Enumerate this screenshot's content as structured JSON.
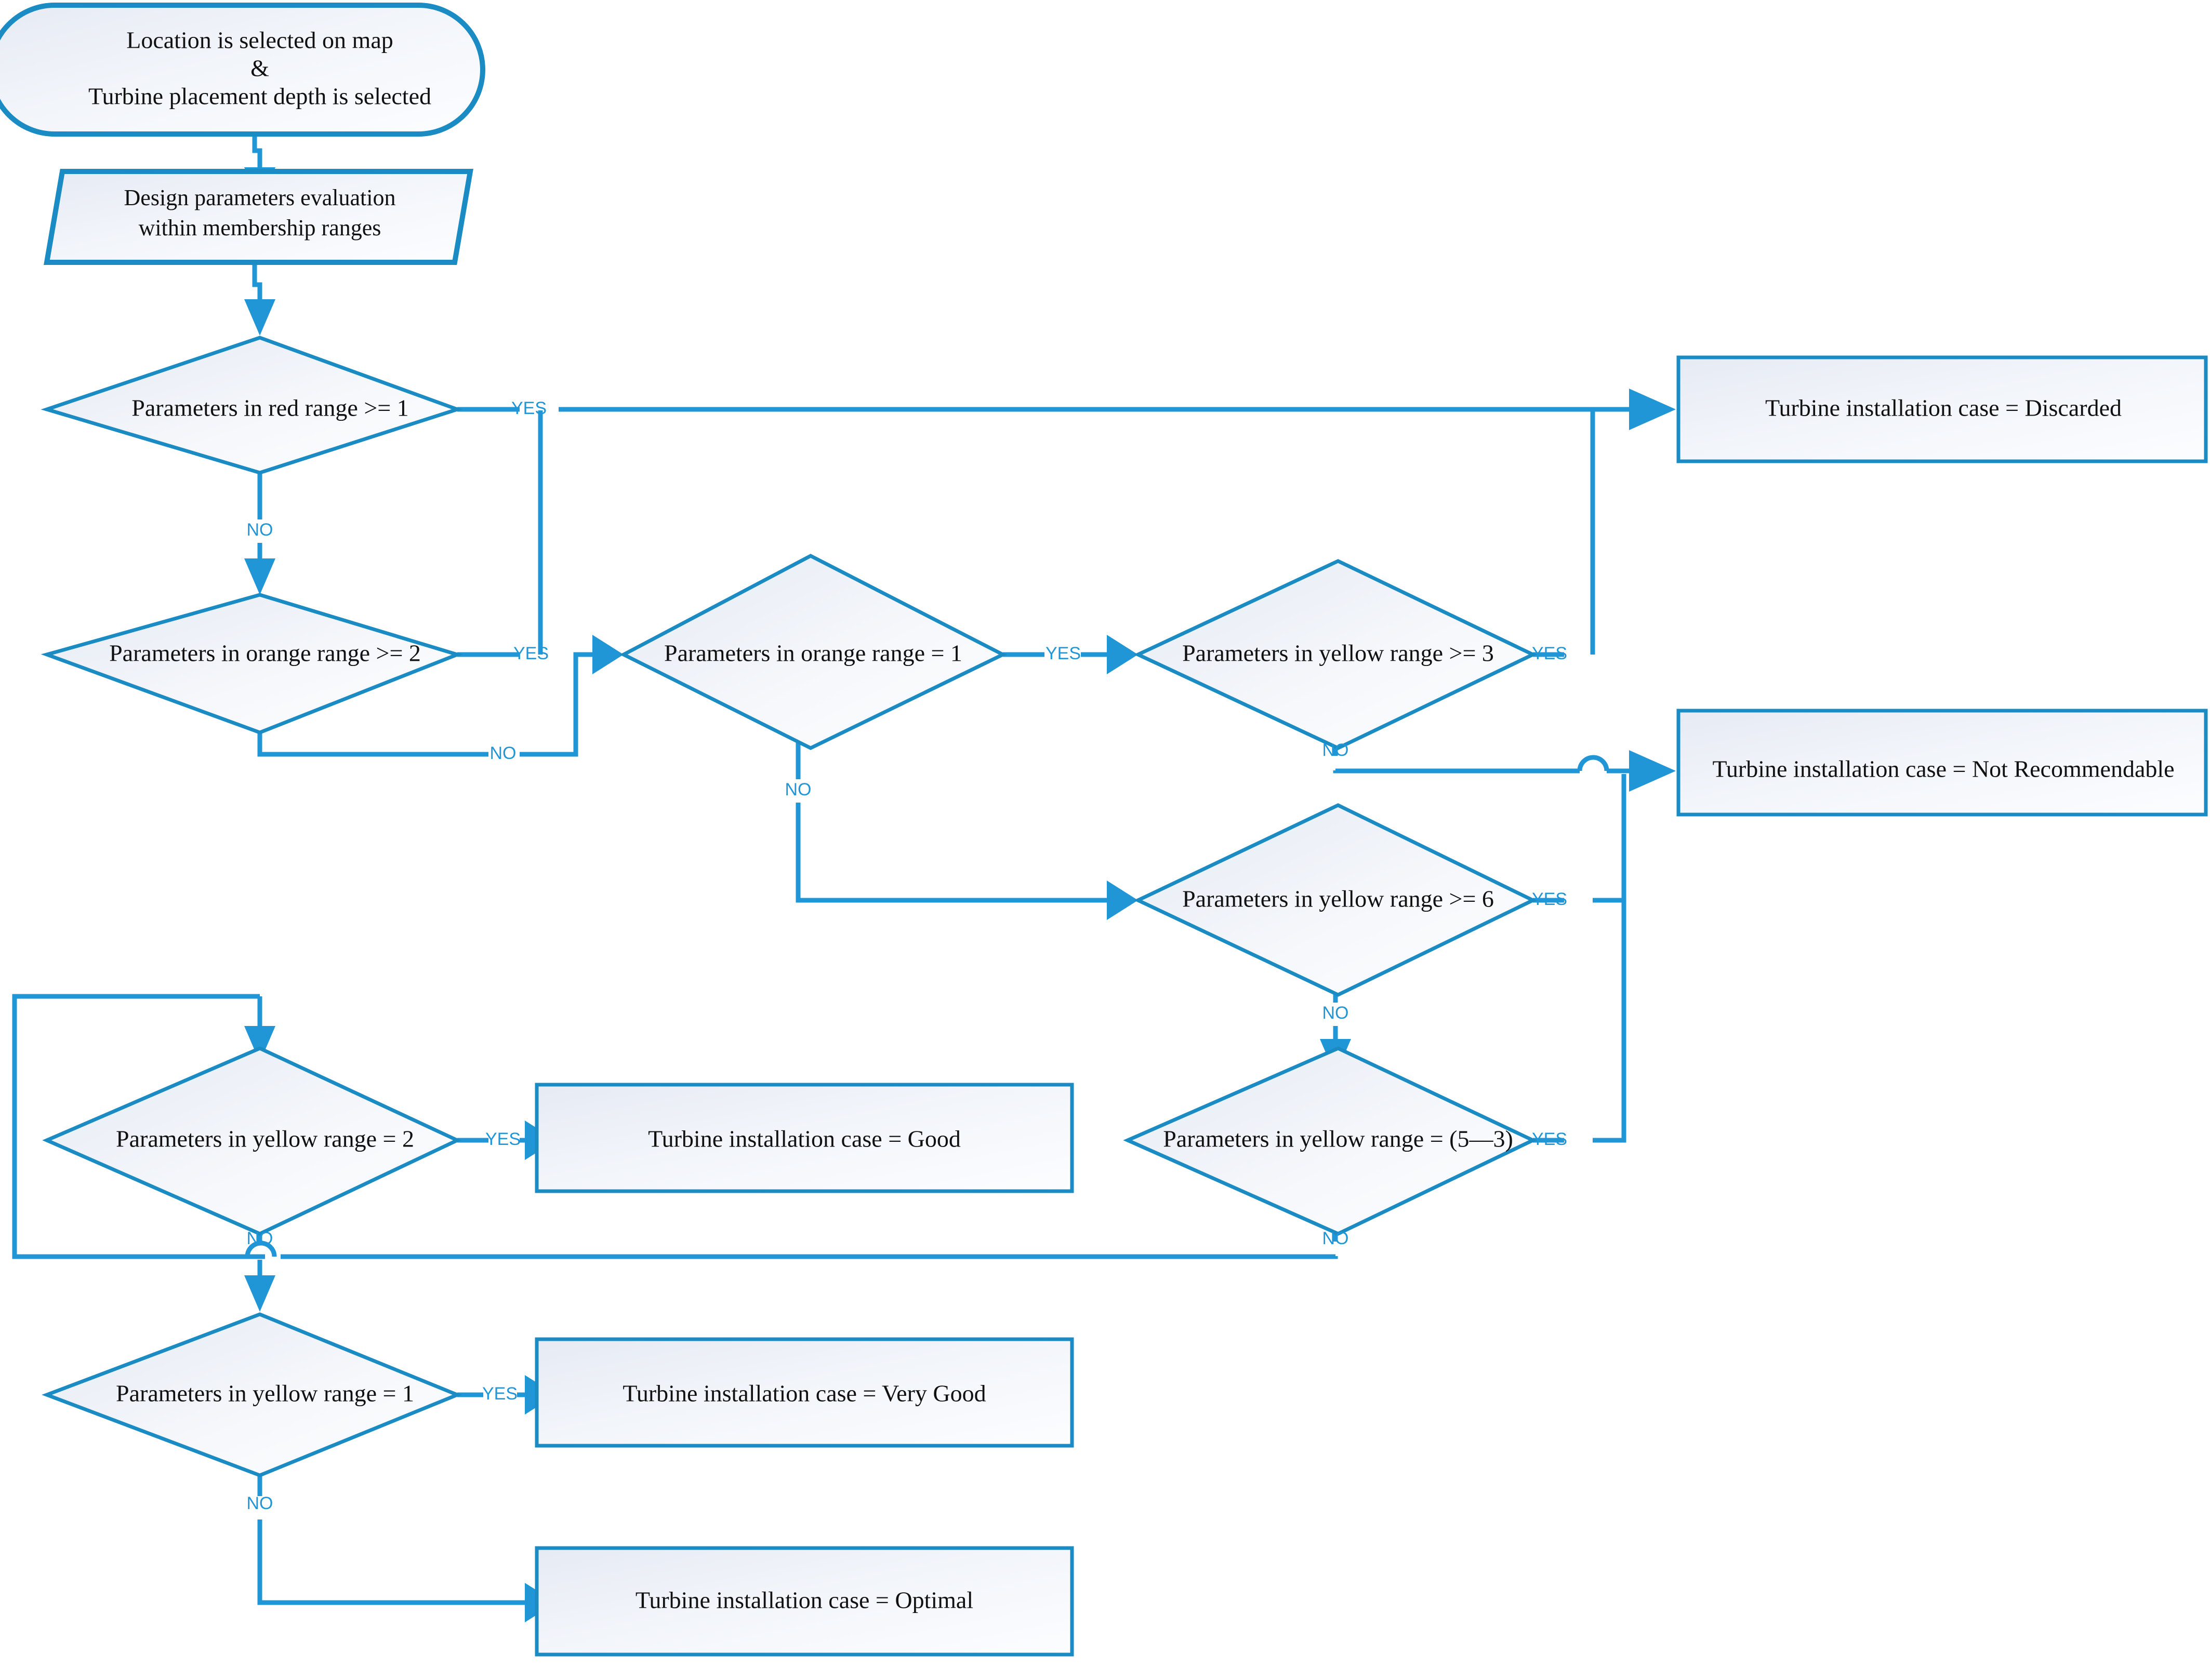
{
  "diagram": {
    "title": "Turbine installation case decision flowchart",
    "colors": {
      "stroke": "#1b8bc4",
      "connector": "#2196d6",
      "fill_light": "#eef1f7",
      "fill_white": "#fbfcfe",
      "text": "#111111",
      "label_text": "#2196d6",
      "background": "#ffffff"
    },
    "labels": {
      "yes": "YES",
      "no": "NO"
    },
    "nodes": {
      "start": {
        "type": "terminator",
        "line1": "Location is selected on map",
        "line2": "&",
        "line3": "Turbine placement depth is selected"
      },
      "process": {
        "type": "parallelogram",
        "line1": "Design parameters evaluation",
        "line2": "within membership ranges"
      },
      "d_red1": {
        "type": "decision",
        "text": "Parameters in red range >= 1"
      },
      "d_orange2": {
        "type": "decision",
        "text": "Parameters in orange range >= 2"
      },
      "d_orange1": {
        "type": "decision",
        "text": "Parameters in orange range = 1"
      },
      "d_yellow3": {
        "type": "decision",
        "text": "Parameters in yellow range >= 3"
      },
      "d_yellow6": {
        "type": "decision",
        "text": "Parameters in yellow range >= 6"
      },
      "d_yellow53": {
        "type": "decision",
        "text": "Parameters in yellow range = (5—3)"
      },
      "d_yellow2": {
        "type": "decision",
        "text": "Parameters in yellow range = 2"
      },
      "d_yellow1": {
        "type": "decision",
        "text": "Parameters in yellow range = 1"
      },
      "r_discarded": {
        "type": "result",
        "text": "Turbine installation case = Discarded"
      },
      "r_notrec": {
        "type": "result",
        "text": "Turbine installation case = Not Recommendable"
      },
      "r_good": {
        "type": "result",
        "text": "Turbine installation case = Good"
      },
      "r_verygood": {
        "type": "result",
        "text": "Turbine installation case = Very Good"
      },
      "r_optimal": {
        "type": "result",
        "text": "Turbine installation case = Optimal"
      }
    },
    "edges": [
      {
        "from": "start",
        "to": "process",
        "label": ""
      },
      {
        "from": "process",
        "to": "d_red1",
        "label": ""
      },
      {
        "from": "d_red1",
        "to": "r_discarded",
        "label": "YES"
      },
      {
        "from": "d_red1",
        "to": "d_orange2",
        "label": "NO"
      },
      {
        "from": "d_orange2",
        "to": "r_discarded",
        "label": "YES"
      },
      {
        "from": "d_orange2",
        "to": "d_orange1",
        "label": "NO"
      },
      {
        "from": "d_orange1",
        "to": "d_yellow3",
        "label": "YES"
      },
      {
        "from": "d_orange1",
        "to": "d_yellow6",
        "label": "NO"
      },
      {
        "from": "d_yellow3",
        "to": "r_discarded",
        "label": "YES"
      },
      {
        "from": "d_yellow3",
        "to": "r_notrec",
        "label": "NO"
      },
      {
        "from": "d_yellow6",
        "to": "r_notrec",
        "label": "YES"
      },
      {
        "from": "d_yellow6",
        "to": "d_yellow53",
        "label": "NO"
      },
      {
        "from": "d_yellow53",
        "to": "r_notrec",
        "label": "YES"
      },
      {
        "from": "d_yellow53",
        "to": "d_yellow2",
        "label": "NO"
      },
      {
        "from": "d_yellow2",
        "to": "r_good",
        "label": "YES"
      },
      {
        "from": "d_yellow2",
        "to": "d_yellow1",
        "label": "NO"
      },
      {
        "from": "d_yellow1",
        "to": "r_verygood",
        "label": "YES"
      },
      {
        "from": "d_yellow1",
        "to": "r_optimal",
        "label": "NO"
      }
    ]
  }
}
